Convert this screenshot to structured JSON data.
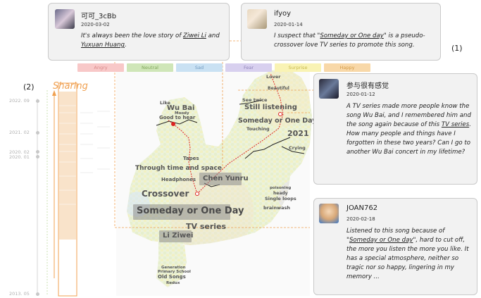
{
  "markers": {
    "one": "(1)",
    "two": "(2)"
  },
  "legend": [
    {
      "label": "Angry",
      "color": "#f8c8c8",
      "text": "#d98a8a"
    },
    {
      "label": "Neutral",
      "color": "#cfe6b8",
      "text": "#7fa65a"
    },
    {
      "label": "Sad",
      "color": "#c9e1f3",
      "text": "#6f98be"
    },
    {
      "label": "Fear",
      "color": "#d8d0ef",
      "text": "#8f83b8"
    },
    {
      "label": "Surprise",
      "color": "#f9f3b4",
      "text": "#c8b84a"
    },
    {
      "label": "Happy",
      "color": "#f8d8a8",
      "text": "#d49a44"
    }
  ],
  "sharing": {
    "label": "Sharing"
  },
  "timeline": [
    "2022. 09",
    "2021. 02",
    "2020. 02",
    "2020. 01",
    "2013. 05"
  ],
  "comments": [
    {
      "user": "可可_3cBb",
      "date": "2020-03-02",
      "pre": "It's always been the love story of ",
      "u1": "Ziwei Li",
      "mid": " and ",
      "u2": "Yuxuan Huang",
      "post": "."
    },
    {
      "user": "ifyoy",
      "date": "2020-01-14",
      "pre": "I suspect that \"",
      "u1": "Someday or One day",
      "post": "\" is a pseudo-crossover love TV series to promote this song."
    },
    {
      "user": "参与很有感觉",
      "date": "2020-01-12",
      "pre": "A TV series made more people know the song Wu Bai, and I remembered him and the song again because of this ",
      "u1": "TV series",
      "post": ". How many people and things have I forgotten in these two years? Can I go to another Wu Bai concert in my lifetime?"
    },
    {
      "user": "JOAN762",
      "date": "2020-02-18",
      "pre": "Listened to this song because of \"",
      "u1": "Someday or One day",
      "post": "\", hard to cut off, the more you listen the more you like. It has a special atmosphere, neither so tragic nor so happy, lingering in my memory ..."
    }
  ],
  "map_words": [
    "Lover",
    "Beautiful",
    "See twice",
    "Still listening",
    "Someday or One Day",
    "Touching",
    "2021",
    "Crying",
    "Like",
    "Wu Bai",
    "Moody",
    "Good to hear",
    "Tapes",
    "Through time and space",
    "Headphones",
    "Chen Yunru",
    "Crossover",
    "poisoning",
    "heady",
    "Single loops",
    "brainwash",
    "Someday or One Day",
    "TV series",
    "Li Ziwei",
    "Generation",
    "Primary School",
    "Old Songs",
    "Redux"
  ]
}
